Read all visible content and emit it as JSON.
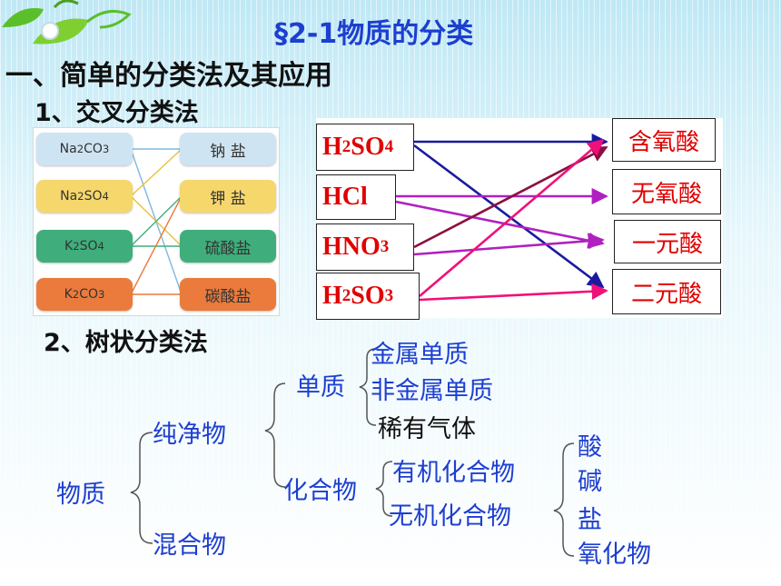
{
  "slide": {
    "title": "§2-1物质的分类",
    "heading1": "一、简单的分类法及其应用",
    "heading2": "1、交叉分类法",
    "heading3": "2、树状分类法"
  },
  "cross_diagram": {
    "left_items": [
      {
        "base": "Na",
        "sub1": "2",
        "mid": "CO",
        "sub2": "3",
        "color": "#cfe4f2"
      },
      {
        "base": "Na",
        "sub1": "2",
        "mid": "SO",
        "sub2": "4",
        "color": "#f6d76c"
      },
      {
        "base": "K",
        "sub1": "2",
        "mid": "SO",
        "sub2": "4",
        "color": "#3fae7c"
      },
      {
        "base": "K",
        "sub1": "2",
        "mid": "CO",
        "sub2": "3",
        "color": "#ea7b3c"
      }
    ],
    "right_items": [
      {
        "label": "钠 盐",
        "color": "#cfe4f2"
      },
      {
        "label": "钾 盐",
        "color": "#f6d76c"
      },
      {
        "label": "硫酸盐",
        "color": "#3fae7c"
      },
      {
        "label": "碳酸盐",
        "color": "#ea7b3c"
      }
    ]
  },
  "acid_diagram": {
    "acids": [
      {
        "a": "H",
        "as": "2",
        "b": "SO",
        "bs": "4"
      },
      {
        "a": "HCl",
        "as": "",
        "b": "",
        "bs": ""
      },
      {
        "a": "HNO",
        "as": "3",
        "b": "",
        "bs": ""
      },
      {
        "a": "H",
        "as": "2",
        "b": "SO",
        "bs": "3"
      }
    ],
    "categories": [
      "含氧酸",
      "无氧酸",
      "一元酸",
      "二元酸"
    ],
    "arrow_colors": {
      "blue": "#1a1aa0",
      "purple": "#b020c0",
      "maroon": "#8c1040",
      "pink": "#f0107a"
    }
  },
  "tree": {
    "root": "物质",
    "pure": "纯净物",
    "mixture": "混合物",
    "element": "单质",
    "compound": "化合物",
    "element_types": [
      "金属单质",
      "非金属单质",
      "稀有气体"
    ],
    "compound_types": [
      "有机化合物",
      "无机化合物"
    ],
    "inorganic_types": [
      "酸",
      "碱",
      "盐",
      "氧化物"
    ]
  }
}
